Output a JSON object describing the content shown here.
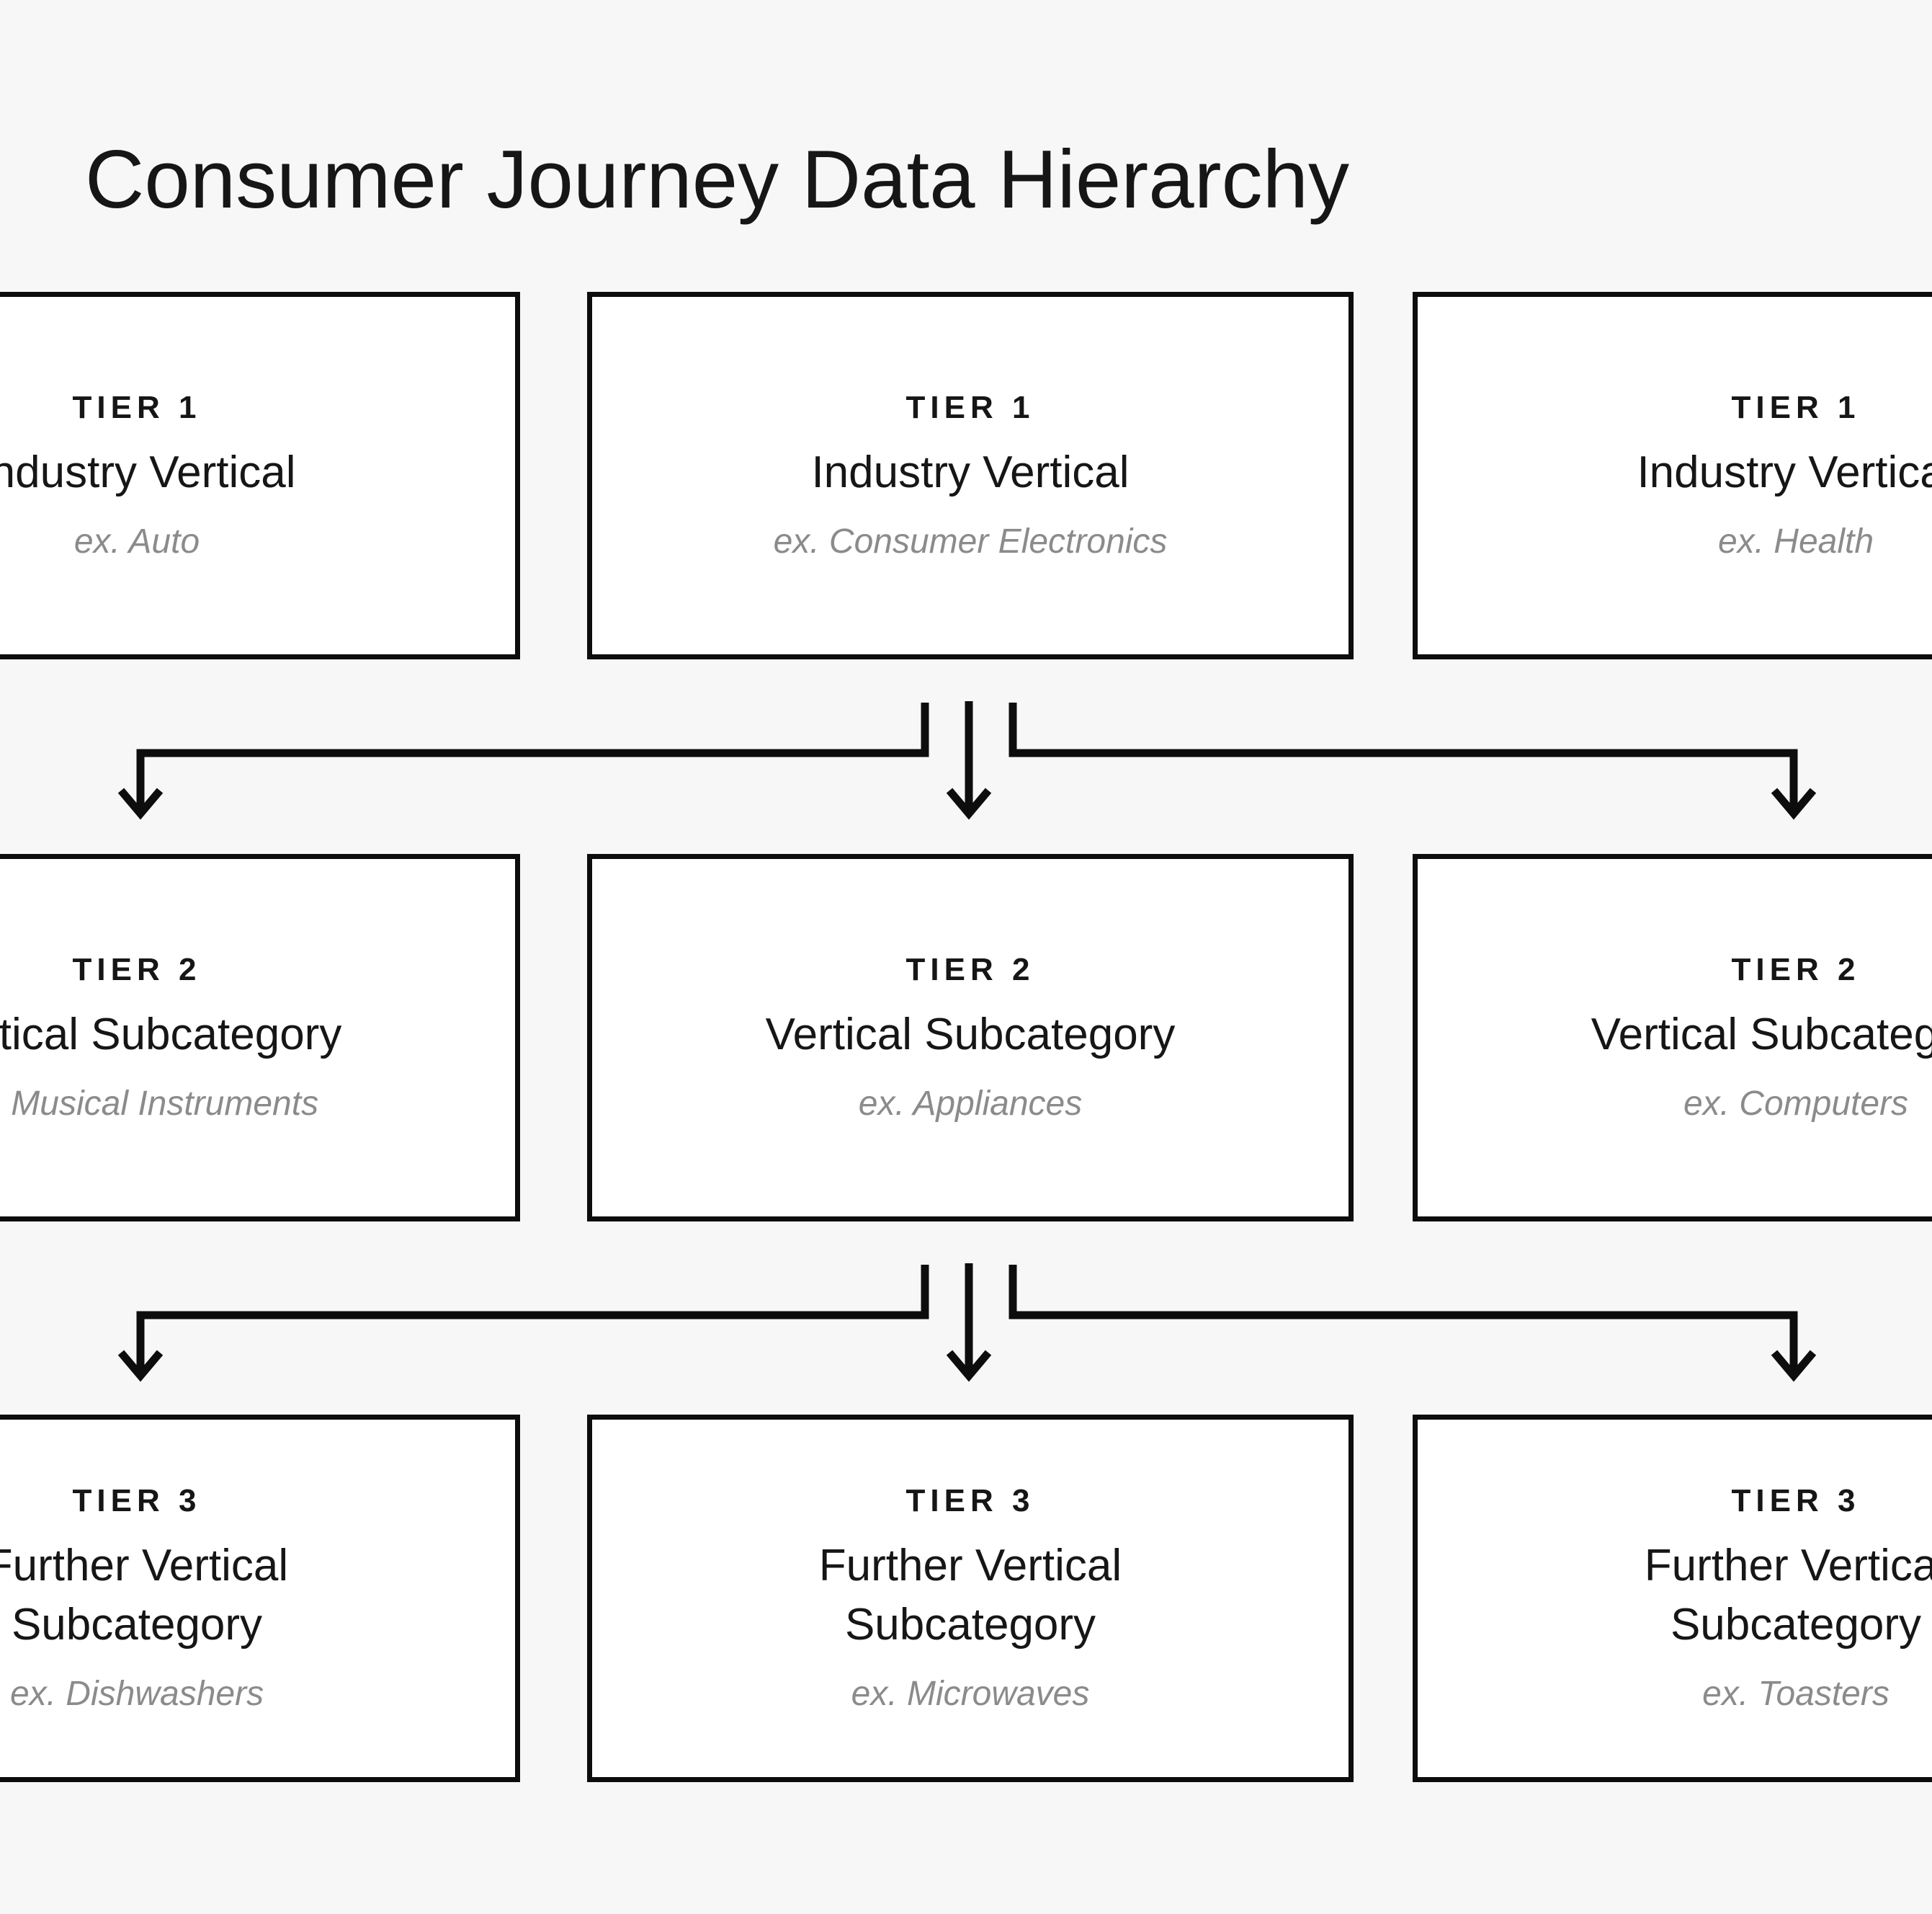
{
  "title": "Consumer Journey Data Hierarchy",
  "hierarchy": {
    "tier1": {
      "boxes": [
        {
          "tier": "TIER 1",
          "label": "Industry Vertical",
          "example": "ex. Auto"
        },
        {
          "tier": "TIER 1",
          "label": "Industry Vertical",
          "example": "ex. Consumer Electronics"
        },
        {
          "tier": "TIER 1",
          "label": "Industry Vertical",
          "example": "ex. Health"
        }
      ]
    },
    "tier2": {
      "boxes": [
        {
          "tier": "TIER 2",
          "label": "Vertical Subcategory",
          "example": "ex. Musical Instruments"
        },
        {
          "tier": "TIER 2",
          "label": "Vertical Subcategory",
          "example": "ex. Appliances"
        },
        {
          "tier": "TIER 2",
          "label": "Vertical Subcategory",
          "example": "ex. Computers"
        }
      ]
    },
    "tier3": {
      "boxes": [
        {
          "tier": "TIER 3",
          "label": "Further Vertical Subcategory",
          "example": "ex. Dishwashers"
        },
        {
          "tier": "TIER 3",
          "label": "Further Vertical Subcategory",
          "example": "ex. Microwaves"
        },
        {
          "tier": "TIER 3",
          "label": "Further Vertical Subcategory",
          "example": "ex. Toasters"
        }
      ]
    }
  },
  "colors": {
    "background": "#f7f7f7",
    "box_fill": "#ffffff",
    "line": "#0d0d0d",
    "text": "#161616",
    "muted": "#8b8b8b"
  }
}
